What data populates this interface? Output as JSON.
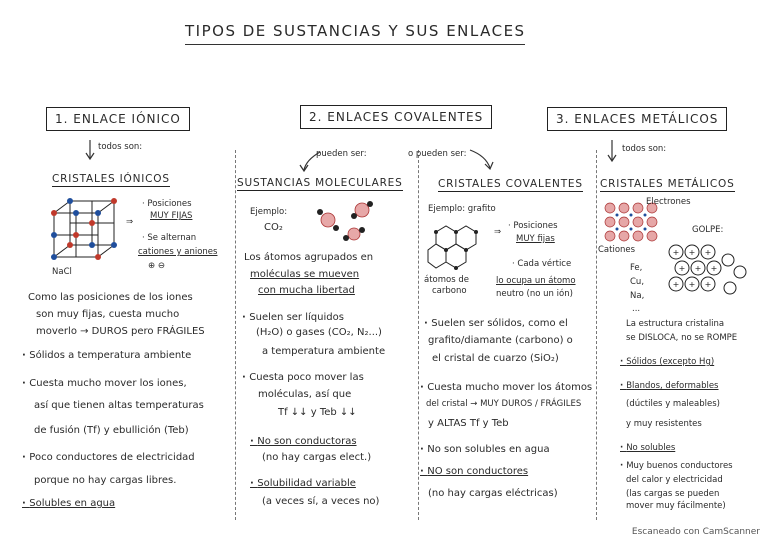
{
  "title": "TIPOS DE SUSTANCIAS Y SUS ENLACES",
  "footer": "Escaneado con CamScanner",
  "ionic": {
    "header": "1. ENLACE IÓNICO",
    "arrow_note": "todos son:",
    "subtitle": "CRISTALES IÓNICOS",
    "side_notes": [
      "· Posiciones",
      "MUY FIJAS",
      "· Se alternan",
      "cationes y aniones",
      "⊕ ⊖"
    ],
    "crystal_label": "NaCl",
    "bullets": [
      "Como las posiciones de los iones",
      "son muy fijas, cuesta mucho",
      "moverlo → DUROS pero FRÁGILES",
      "Sólidos a temperatura ambiente",
      "Cuesta mucho mover los iones,",
      "así que tienen altas temperaturas",
      "de fusión (Tf) y ebullición (Teb)",
      "Poco conductores de electricidad",
      "porque no hay cargas libres.",
      "Solubles en agua"
    ]
  },
  "covalent": {
    "header": "2. ENLACES COVALENTES",
    "branch_left": "pueden ser:",
    "branch_right": "o pueden ser:",
    "molecular": {
      "subtitle": "SUSTANCIAS MOLECULARES",
      "example": [
        "Ejemplo:",
        "CO₂"
      ],
      "lines": [
        "Los átomos agrupados en",
        "moléculas se mueven",
        "con mucha libertad",
        "Suelen ser líquidos",
        "(H₂O) o gases (CO₂, N₂...)",
        "a temperatura ambiente",
        "Cuesta poco mover las",
        "moléculas, así que",
        "Tf ↓↓ y Teb ↓↓",
        "No son conductoras",
        "(no hay cargas elect.)",
        "Solubilidad variable",
        "(a veces sí, a veces no)"
      ]
    },
    "network": {
      "subtitle": "CRISTALES COVALENTES",
      "example": "Ejemplo: grafito",
      "side_notes": [
        "· Posiciones",
        "MUY fijas",
        "· Cada vértice",
        "lo ocupa un átomo",
        "neutro (no un ión)"
      ],
      "carbon_label": [
        "átomos de",
        "carbono"
      ],
      "lines": [
        "Suelen ser sólidos, como el",
        "grafito/diamante (carbono) o",
        "el cristal de cuarzo (SiO₂)",
        "Cuesta mucho mover los átomos",
        "del cristal → MUY DUROS / FRÁGILES",
        "y ALTAS Tf y Teb",
        "No son solubles en agua",
        "NO son conductores",
        "(no hay cargas eléctricas)"
      ]
    }
  },
  "metallic": {
    "header": "3. ENLACES METÁLICOS",
    "arrow_note": "todos son:",
    "subtitle": "CRISTALES METÁLICOS",
    "electron_label": "Electrones",
    "cation_label": "Cationes",
    "golpe_label": "GOLPE:",
    "metals": [
      "Fe,",
      "Cu,",
      "Na,",
      "..."
    ],
    "lines": [
      "La estructura cristalina",
      "se DISLOCA, no se ROMPE",
      "Sólidos (excepto Hg)",
      "Blandos, deformables",
      "(dúctiles y maleables)",
      "y muy resistentes",
      "No solubles",
      "Muy buenos conductores",
      "del calor y electricidad",
      "(las cargas se pueden",
      "mover muy fácilmente)"
    ]
  }
}
